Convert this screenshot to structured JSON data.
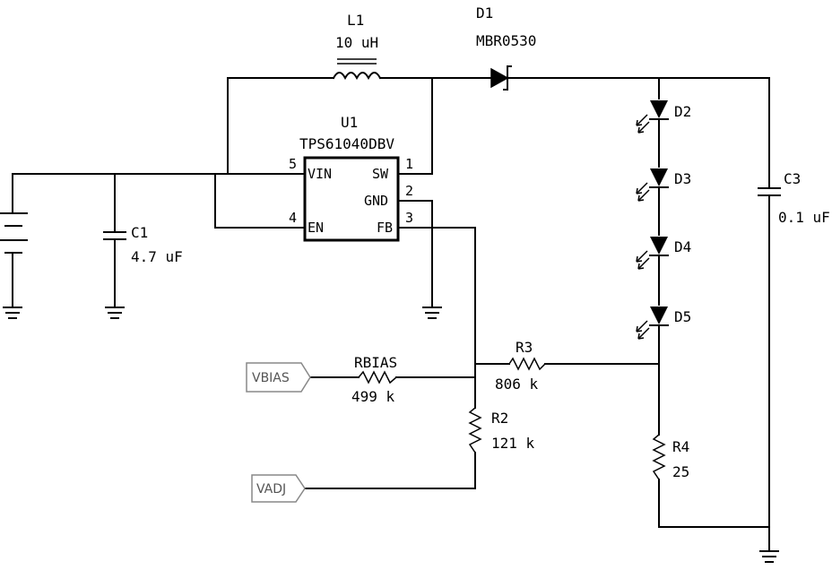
{
  "components": {
    "L1": {
      "ref": "L1",
      "value": "10 uH"
    },
    "D1": {
      "ref": "D1",
      "value": "MBR0530"
    },
    "U1": {
      "ref": "U1",
      "value": "TPS61040DBV",
      "pins": {
        "vin": "VIN",
        "sw": "SW",
        "gnd": "GND",
        "en": "EN",
        "fb": "FB",
        "n5": "5",
        "n1": "1",
        "n2": "2",
        "n4": "4",
        "n3": "3"
      }
    },
    "C1": {
      "ref": "C1",
      "value": "4.7 uF"
    },
    "C3": {
      "ref": "C3",
      "value": "0.1 uF"
    },
    "D2": {
      "ref": "D2"
    },
    "D3": {
      "ref": "D3"
    },
    "D4": {
      "ref": "D4"
    },
    "D5": {
      "ref": "D5"
    },
    "R3": {
      "ref": "R3",
      "value": "806 k"
    },
    "RBIAS": {
      "ref": "RBIAS",
      "value": "499 k"
    },
    "R2": {
      "ref": "R2",
      "value": "121 k"
    },
    "R4": {
      "ref": "R4",
      "value": "25"
    }
  },
  "ports": {
    "vbias": "VBIAS",
    "vadj": "VADJ"
  }
}
